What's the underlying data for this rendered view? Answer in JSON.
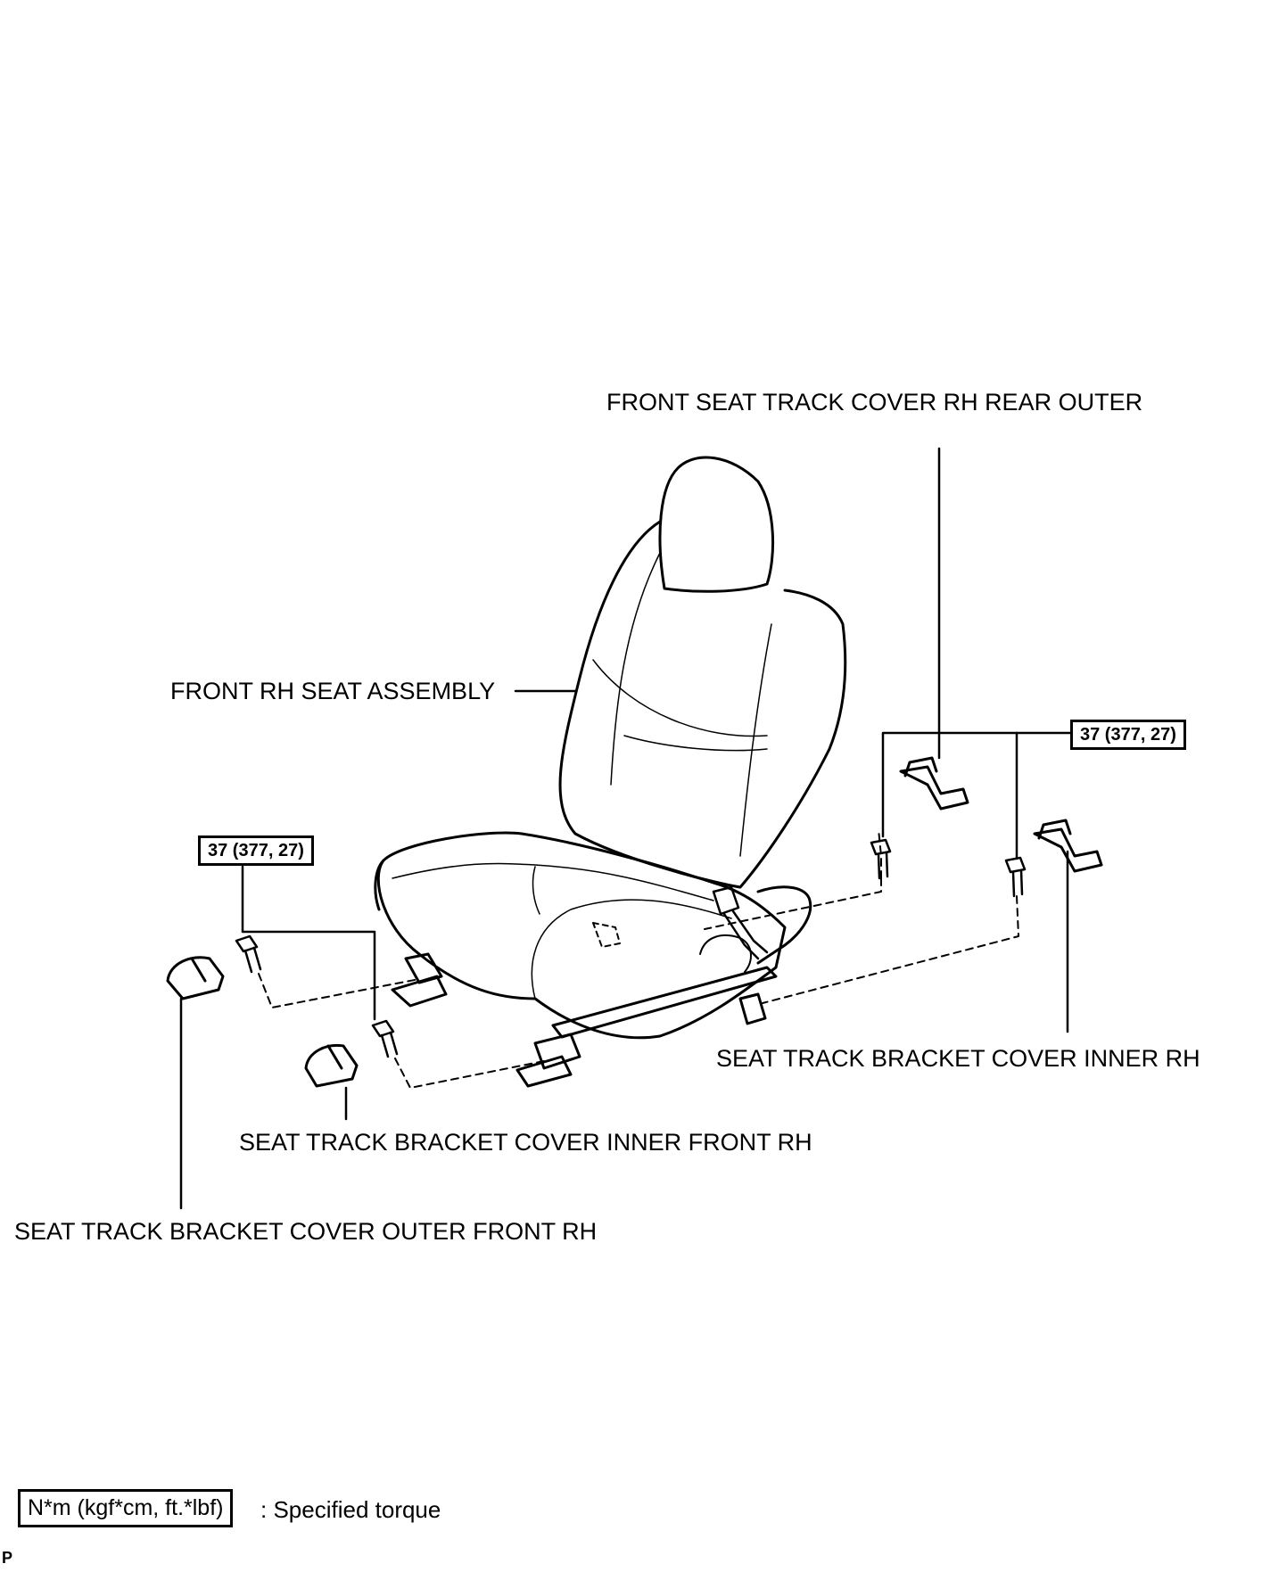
{
  "labels": {
    "rear_outer": "FRONT SEAT TRACK COVER RH REAR OUTER",
    "seat_assembly": "FRONT RH SEAT ASSEMBLY",
    "inner_rh": "SEAT TRACK BRACKET COVER INNER RH",
    "inner_front": "SEAT TRACK BRACKET COVER INNER FRONT RH",
    "outer_front": "SEAT TRACK BRACKET COVER OUTER FRONT RH"
  },
  "torque": {
    "right": "37 (377, 27)",
    "left": "37 (377, 27)"
  },
  "legend": {
    "unit_box": "N*m (kgf*cm, ft.*lbf)",
    "description": ": Specified torque"
  },
  "corner_mark": "P"
}
